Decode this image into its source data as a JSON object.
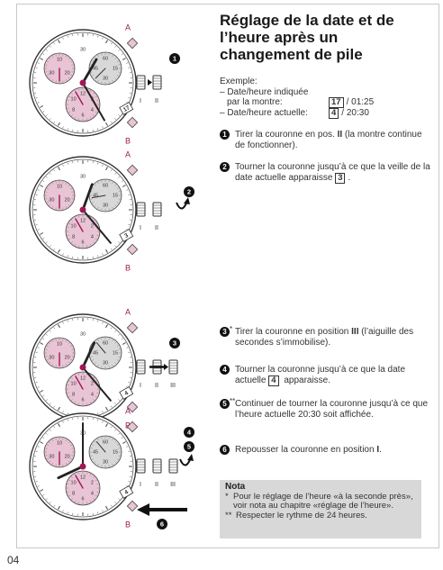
{
  "page": {
    "title": "Réglage de la date et de l’heure après un changement de pile",
    "page_number": "04"
  },
  "example": {
    "label": "Exemple:",
    "shown_line1": "– Date/heure indiquée",
    "shown_line2": "par la montre:",
    "shown_date": "17",
    "shown_time": "/ 01:25",
    "current_label": "– Date/heure actuelle:",
    "current_date": "4",
    "current_time": "/ 20:30"
  },
  "steps": [
    {
      "badge": "1",
      "star": "",
      "text_a": "Tirer la couronne en pos. ",
      "bold": "II",
      "text_b": " (la montre continue de fonctionner)."
    },
    {
      "badge": "2",
      "star": "",
      "text_a": "Tourner la couronne jusqu’à ce que la veille de la date actuelle apparaisse ",
      "boxed": "3",
      "text_b": "."
    },
    {
      "badge": "3",
      "star": "*",
      "text_a": "Tirer la couronne en position ",
      "bold": "III",
      "text_b": " (l’aiguille des secondes s’immobilise)."
    },
    {
      "badge": "4",
      "star": "",
      "text_a": "Tourner la couronne jusqu’à ce que la date actuelle ",
      "boxed": "4",
      "text_b": " apparaisse."
    },
    {
      "badge": "5",
      "star": "**",
      "text_a": "Continuer de tourner la couronne jusqu’à ce que l’heure actuelle 20:30 soit affichée.",
      "text_b": ""
    },
    {
      "badge": "6",
      "star": "",
      "text_a": "Repousser la couronne en position ",
      "bold": "I",
      "text_b": "."
    }
  ],
  "nota": {
    "title": "Nota",
    "items": [
      {
        "star": "*",
        "text": "Pour le réglage de l’heure «à la seconde près», voir nota au chapitre «réglage de l’heure»."
      },
      {
        "star": "**",
        "text": "Respecter le rythme de 24 heures."
      }
    ]
  },
  "watch": {
    "pusher_a": "A",
    "pusher_b": "B",
    "pos_1": "I",
    "pos_2": "II",
    "pos_3": "III",
    "sub_top_label": "30",
    "sub_left_labels": [
      "10",
      "20",
      "30"
    ],
    "sub_right_labels": [
      "60",
      "15",
      "30",
      "45"
    ],
    "sub_bottom_labels": [
      "12",
      "2",
      "4",
      "6",
      "8",
      "10"
    ],
    "date_windows": [
      "17",
      "3",
      "4",
      "4"
    ],
    "step_badges": [
      "1",
      "2",
      "3",
      "4",
      "5",
      "6"
    ]
  },
  "colors": {
    "accent": "#a01858",
    "subdial_pink": "#e8c4d4",
    "subdial_grey": "#d8d8d8",
    "text": "#333333",
    "nota_bg": "#d8d8d8"
  }
}
